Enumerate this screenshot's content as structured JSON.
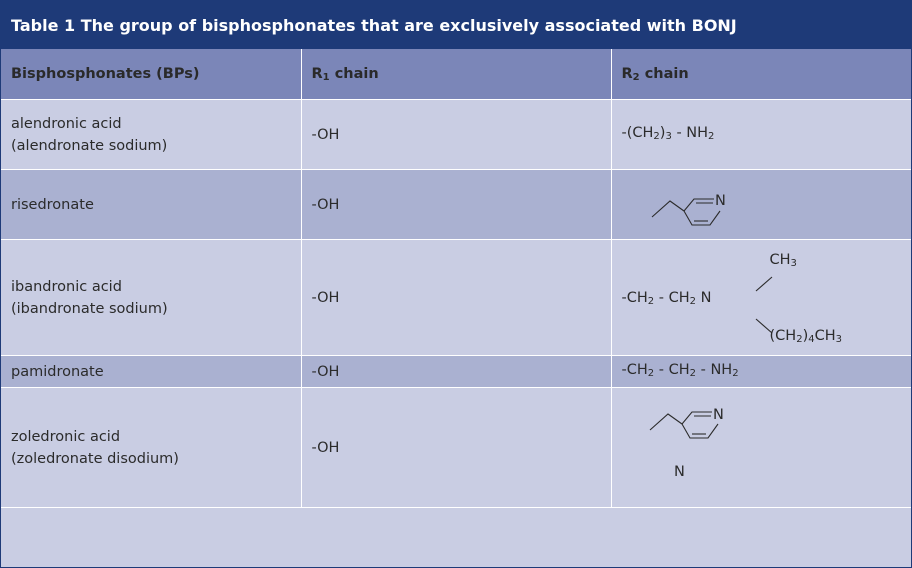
{
  "title": "Table 1  The group of bisphosphonates that are exclusively associated with BONJ",
  "headers": {
    "col1": "Bisphosphonates (BPs)",
    "col2_prefix": "R",
    "col2_sub": "1",
    "col2_suffix": " chain",
    "col3_prefix": "R",
    "col3_sub": "2",
    "col3_suffix": " chain"
  },
  "rows": [
    {
      "name": "alendronic acid",
      "name2": "(alendronate sodium)",
      "r1": "-OH"
    },
    {
      "name": "risedronate",
      "r1": "-OH"
    },
    {
      "name": "ibandronic acid",
      "name2": "(ibandronate sodium)",
      "r1": "-OH"
    },
    {
      "name": "pamidronate",
      "r1": "-OH"
    },
    {
      "name": "zoledronic acid",
      "name2": "(zoledronate disodium)",
      "r1": "-OH"
    }
  ],
  "r2": {
    "alendronate": {
      "a": "-(CH",
      "b": "2",
      "c": ")",
      "d": "3",
      "e": " - NH",
      "f": "2"
    },
    "risedronate": {
      "n": "N"
    },
    "ibandronate": {
      "ch3_top": "CH",
      "ch3_top_sub": "3",
      "main_a": "-CH",
      "main_a_sub": "2",
      "main_b": " - CH",
      "main_b_sub": "2",
      "main_c": " N",
      "bottom_a": "(CH",
      "bottom_a_sub": "2",
      "bottom_b": ")",
      "bottom_b_sub": "4",
      "bottom_c": "CH",
      "bottom_c_sub": "3"
    },
    "pamidronate": {
      "a": "-CH",
      "a_sub": "2",
      "b": " - CH",
      "b_sub": "2",
      "c": " - NH",
      "c_sub": "2"
    },
    "zoledronate": {
      "n1": "N",
      "n2": "N"
    }
  }
}
